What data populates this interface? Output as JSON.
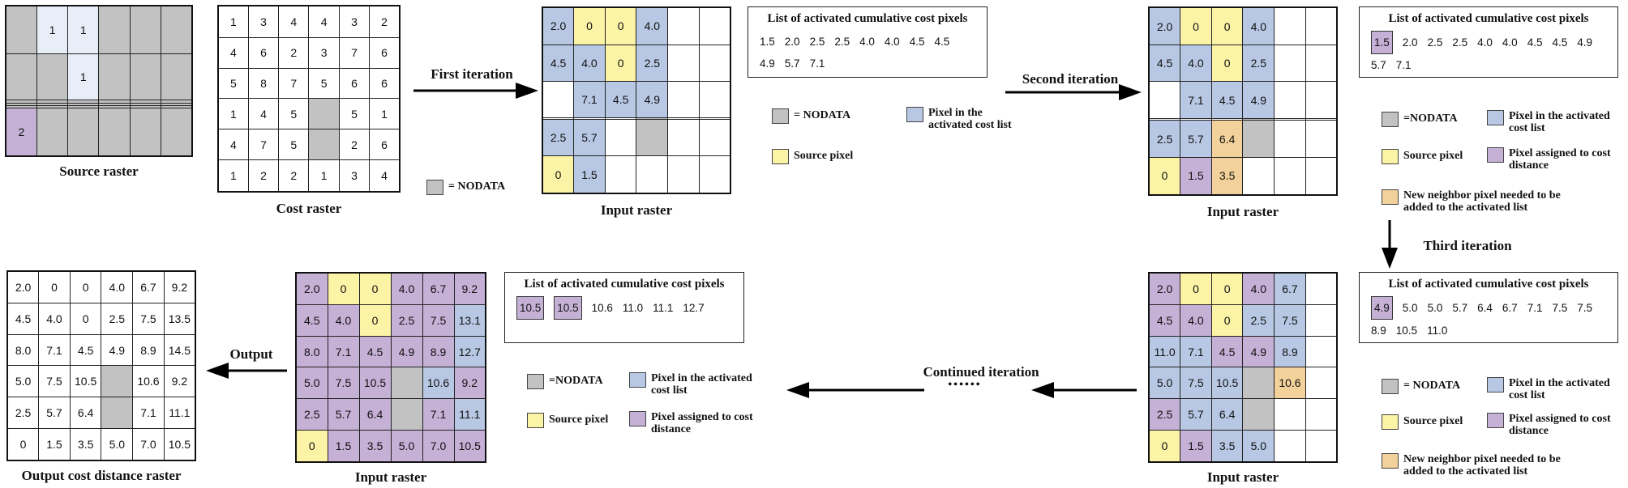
{
  "captions": {
    "source_raster": "Source raster",
    "cost_raster": "Cost raster",
    "input_raster": "Input raster",
    "output_raster": "Output cost distance raster"
  },
  "arrows": {
    "first": "First iteration",
    "second": "Second iteration",
    "third": "Third iteration",
    "continued": "Continued iteration",
    "output": "Output",
    "dots": "••••••"
  },
  "legend": {
    "nodata": "= NODATA",
    "nodata_compact": "=NODATA",
    "activated": "Pixel in the activated cost list",
    "source": "Source pixel",
    "assigned": "Pixel assigned to cost distance",
    "neighbor": "New neighbor pixel needed to be added to the activated list"
  },
  "list_title": "List of activated cumulative cost pixels",
  "lists": {
    "first": [
      "1.5",
      "2.0",
      "2.5",
      "2.5",
      "4.0",
      "4.0",
      "4.5",
      "4.5",
      "4.9",
      "5.7",
      "7.1"
    ],
    "second": [
      "1.5",
      "2.0",
      "2.5",
      "2.5",
      "4.0",
      "4.0",
      "4.5",
      "4.5",
      "4.9",
      "5.7",
      "7.1"
    ],
    "third": [
      "4.9",
      "5.0",
      "5.0",
      "5.7",
      "6.4",
      "6.7",
      "7.1",
      "7.5",
      "7.5",
      "8.9",
      "10.5",
      "11.0"
    ],
    "final": [
      "10.5",
      "10.5",
      "10.6",
      "11.0",
      "11.1",
      "12.7"
    ]
  },
  "grids": {
    "source": {
      "values": [
        [
          "",
          "1",
          "1",
          "",
          "",
          ""
        ],
        [
          "",
          "",
          "1",
          "",
          "",
          ""
        ],
        [
          "",
          "",
          "",
          "",
          "",
          ""
        ],
        [
          "",
          "",
          "",
          "",
          "",
          ""
        ],
        [
          "",
          "",
          "",
          "",
          "",
          ""
        ],
        [
          "2",
          "",
          "",
          "",
          "",
          ""
        ]
      ],
      "colors": [
        [
          "g",
          "s",
          "s",
          "g",
          "g",
          "g"
        ],
        [
          "g",
          "g",
          "s",
          "g",
          "g",
          "g"
        ],
        [
          "g",
          "g",
          "g",
          "g",
          "g",
          "g"
        ],
        [
          "g",
          "g",
          "g",
          "g",
          "g",
          "g"
        ],
        [
          "g",
          "g",
          "g",
          "g",
          "g",
          "g"
        ],
        [
          "p",
          "g",
          "g",
          "g",
          "g",
          "g"
        ]
      ]
    },
    "cost": {
      "values": [
        [
          "1",
          "3",
          "4",
          "4",
          "3",
          "2"
        ],
        [
          "4",
          "6",
          "2",
          "3",
          "7",
          "6"
        ],
        [
          "5",
          "8",
          "7",
          "5",
          "6",
          "6"
        ],
        [
          "1",
          "4",
          "5",
          "",
          "5",
          "1"
        ],
        [
          "4",
          "7",
          "5",
          "",
          "2",
          "6"
        ],
        [
          "1",
          "2",
          "2",
          "1",
          "3",
          "4"
        ]
      ],
      "colors": [
        [
          "w",
          "w",
          "w",
          "w",
          "w",
          "w"
        ],
        [
          "w",
          "w",
          "w",
          "w",
          "w",
          "w"
        ],
        [
          "w",
          "w",
          "w",
          "w",
          "w",
          "w"
        ],
        [
          "w",
          "w",
          "w",
          "g",
          "w",
          "w"
        ],
        [
          "w",
          "w",
          "w",
          "g",
          "w",
          "w"
        ],
        [
          "w",
          "w",
          "w",
          "w",
          "w",
          "w"
        ]
      ]
    },
    "input1": {
      "values": [
        [
          "2.0",
          "0",
          "0",
          "4.0",
          "",
          ""
        ],
        [
          "4.5",
          "4.0",
          "0",
          "2.5",
          "",
          ""
        ],
        [
          "",
          "7.1",
          "4.5",
          "4.9",
          "",
          ""
        ],
        [
          "",
          "",
          "",
          "",
          "",
          ""
        ],
        [
          "2.5",
          "5.7",
          "",
          "",
          "",
          ""
        ],
        [
          "0",
          "1.5",
          "",
          "",
          "",
          ""
        ]
      ],
      "colors": [
        [
          "b",
          "y",
          "y",
          "b",
          "w",
          "w"
        ],
        [
          "b",
          "b",
          "y",
          "b",
          "w",
          "w"
        ],
        [
          "w",
          "b",
          "b",
          "b",
          "w",
          "w"
        ],
        [
          "w",
          "w",
          "w",
          "g",
          "w",
          "w"
        ],
        [
          "b",
          "b",
          "w",
          "g",
          "w",
          "w"
        ],
        [
          "y",
          "b",
          "w",
          "w",
          "w",
          "w"
        ]
      ]
    },
    "input2": {
      "values": [
        [
          "2.0",
          "0",
          "0",
          "4.0",
          "",
          ""
        ],
        [
          "4.5",
          "4.0",
          "0",
          "2.5",
          "",
          ""
        ],
        [
          "",
          "7.1",
          "4.5",
          "4.9",
          "",
          ""
        ],
        [
          "",
          "",
          "",
          "",
          "",
          ""
        ],
        [
          "2.5",
          "5.7",
          "6.4",
          "",
          "",
          ""
        ],
        [
          "0",
          "1.5",
          "3.5",
          "",
          "",
          ""
        ]
      ],
      "colors": [
        [
          "b",
          "y",
          "y",
          "b",
          "w",
          "w"
        ],
        [
          "b",
          "b",
          "y",
          "b",
          "w",
          "w"
        ],
        [
          "w",
          "b",
          "b",
          "b",
          "w",
          "w"
        ],
        [
          "w",
          "w",
          "w",
          "g",
          "w",
          "w"
        ],
        [
          "b",
          "b",
          "o",
          "g",
          "w",
          "w"
        ],
        [
          "y",
          "p",
          "o",
          "w",
          "w",
          "w"
        ]
      ]
    },
    "input3": {
      "values": [
        [
          "2.0",
          "0",
          "0",
          "4.0",
          "6.7",
          ""
        ],
        [
          "4.5",
          "4.0",
          "0",
          "2.5",
          "7.5",
          ""
        ],
        [
          "11.0",
          "7.1",
          "4.5",
          "4.9",
          "8.9",
          ""
        ],
        [
          "5.0",
          "7.5",
          "10.5",
          "",
          "10.6",
          ""
        ],
        [
          "2.5",
          "5.7",
          "6.4",
          "",
          "",
          ""
        ],
        [
          "0",
          "1.5",
          "3.5",
          "5.0",
          "",
          ""
        ]
      ],
      "colors": [
        [
          "p",
          "y",
          "y",
          "p",
          "b",
          "w"
        ],
        [
          "p",
          "p",
          "y",
          "b",
          "b",
          "w"
        ],
        [
          "b",
          "b",
          "p",
          "p",
          "b",
          "w"
        ],
        [
          "b",
          "b",
          "b",
          "g",
          "o",
          "w"
        ],
        [
          "p",
          "b",
          "b",
          "g",
          "w",
          "w"
        ],
        [
          "y",
          "p",
          "b",
          "b",
          "w",
          "w"
        ]
      ]
    },
    "input_final": {
      "values": [
        [
          "2.0",
          "0",
          "0",
          "4.0",
          "6.7",
          "9.2"
        ],
        [
          "4.5",
          "4.0",
          "0",
          "2.5",
          "7.5",
          "13.1"
        ],
        [
          "8.0",
          "7.1",
          "4.5",
          "4.9",
          "8.9",
          "12.7"
        ],
        [
          "5.0",
          "7.5",
          "10.5",
          "",
          "10.6",
          "9.2"
        ],
        [
          "2.5",
          "5.7",
          "6.4",
          "",
          "7.1",
          "11.1"
        ],
        [
          "0",
          "1.5",
          "3.5",
          "5.0",
          "7.0",
          "10.5"
        ]
      ],
      "colors": [
        [
          "p",
          "y",
          "y",
          "p",
          "p",
          "p"
        ],
        [
          "p",
          "p",
          "y",
          "p",
          "p",
          "b"
        ],
        [
          "p",
          "p",
          "p",
          "p",
          "p",
          "b"
        ],
        [
          "p",
          "p",
          "p",
          "g",
          "b",
          "p"
        ],
        [
          "p",
          "p",
          "p",
          "g",
          "p",
          "b"
        ],
        [
          "y",
          "p",
          "p",
          "p",
          "p",
          "p"
        ]
      ]
    },
    "output": {
      "values": [
        [
          "2.0",
          "0",
          "0",
          "4.0",
          "6.7",
          "9.2"
        ],
        [
          "4.5",
          "4.0",
          "0",
          "2.5",
          "7.5",
          "13.5"
        ],
        [
          "8.0",
          "7.1",
          "4.5",
          "4.9",
          "8.9",
          "14.5"
        ],
        [
          "5.0",
          "7.5",
          "10.5",
          "",
          "10.6",
          "9.2"
        ],
        [
          "2.5",
          "5.7",
          "6.4",
          "",
          "7.1",
          "11.1"
        ],
        [
          "0",
          "1.5",
          "3.5",
          "5.0",
          "7.0",
          "10.5"
        ]
      ],
      "colors": [
        [
          "w",
          "w",
          "w",
          "w",
          "w",
          "w"
        ],
        [
          "w",
          "w",
          "w",
          "w",
          "w",
          "w"
        ],
        [
          "w",
          "w",
          "w",
          "w",
          "w",
          "w"
        ],
        [
          "w",
          "w",
          "w",
          "g",
          "w",
          "w"
        ],
        [
          "w",
          "w",
          "w",
          "g",
          "w",
          "w"
        ],
        [
          "w",
          "w",
          "w",
          "w",
          "w",
          "w"
        ]
      ]
    }
  },
  "colors": {
    "nodata": "#c2c2c2",
    "activated": "#b8c8e4",
    "source": "#fbf3a6",
    "assigned": "#c5b0d6",
    "neighbor": "#f2d19a"
  }
}
